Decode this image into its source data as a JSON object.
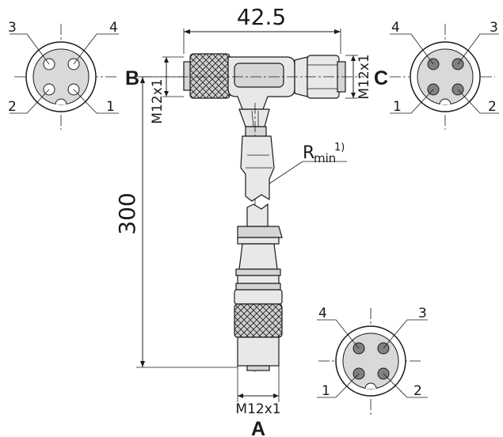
{
  "dimensions": {
    "length_top": "42.5",
    "length_cable": "300",
    "thread_b": "M12x1",
    "thread_c": "M12x1",
    "thread_a": "M12x1",
    "bend_radius_label": "R",
    "bend_radius_sub": "min",
    "bend_radius_footnote": "1)"
  },
  "ports": {
    "a": "A",
    "b": "B",
    "c": "C"
  },
  "pinouts": {
    "b": {
      "top_left": "3",
      "top_right": "4",
      "bottom_left": "2",
      "bottom_right": "1",
      "pin_style": "hollow"
    },
    "c": {
      "top_left": "4",
      "top_right": "3",
      "bottom_left": "1",
      "bottom_right": "2",
      "pin_style": "filled"
    },
    "a": {
      "top_left": "4",
      "top_right": "3",
      "bottom_left": "1",
      "bottom_right": "2",
      "pin_style": "filled"
    }
  },
  "colors": {
    "ink": "#1a1a1a",
    "connector_body": "#e8e8e8",
    "connector_shade": "#d6d6d6",
    "pin_fill": "#808080",
    "face_fill": "#d9d9d9"
  }
}
